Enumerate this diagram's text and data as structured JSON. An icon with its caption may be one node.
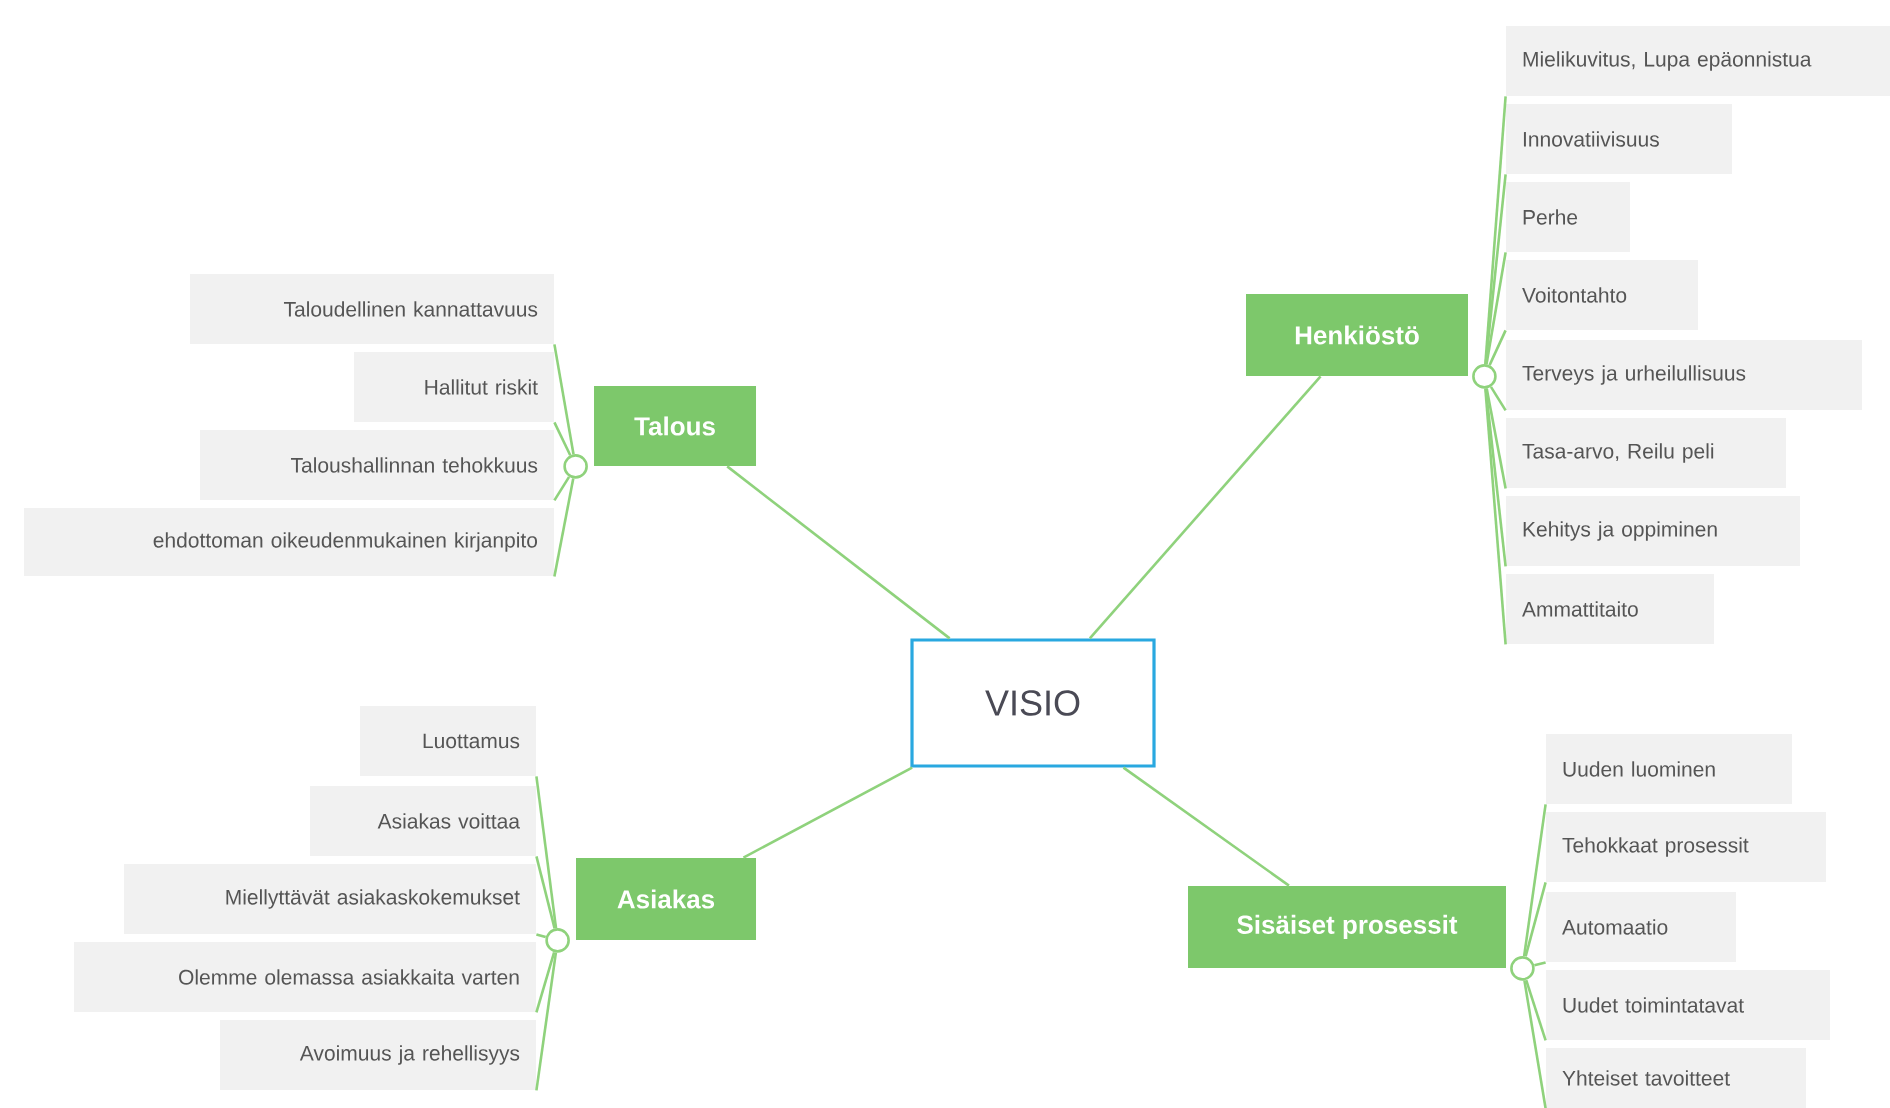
{
  "diagram": {
    "nodes": [
      {
        "text": [
          "VISIO"
        ]
      },
      {
        "text": [
          "Talous"
        ]
      },
      {
        "text": [
          "Taloudellinen kannattavuus"
        ]
      },
      {
        "text": [
          "Hallitut riskit"
        ]
      },
      {
        "text": [
          "Taloushallinnan tehokkuus"
        ]
      },
      {
        "text": [
          "ehdottoman oikeudenmukainen kirjanpito"
        ]
      },
      {
        "text": [
          "Henkiöstö"
        ]
      },
      {
        "text": [
          "Mielikuvitus, Lupa epäonnistua"
        ]
      },
      {
        "text": [
          "Innovatiivisuus"
        ]
      },
      {
        "text": [
          "Perhe"
        ]
      },
      {
        "text": [
          "Voitontahto"
        ]
      },
      {
        "text": [
          "Terveys ja urheilullisuus"
        ]
      },
      {
        "text": [
          "Tasa-arvo, Reilu peli"
        ]
      },
      {
        "text": [
          "Kehitys ja oppiminen"
        ]
      },
      {
        "text": [
          "Ammattitaito"
        ]
      },
      {
        "text": [
          "Asiakas"
        ]
      },
      {
        "text": [
          "Luottamus"
        ]
      },
      {
        "text": [
          "Asiakas voittaa"
        ]
      },
      {
        "text": [
          "Miellyttävät asiakaskokemukset"
        ]
      },
      {
        "text": [
          "Olemme olemassa asiakkaita varten"
        ]
      },
      {
        "text": [
          "Avoimuus ja rehellisyys"
        ]
      },
      {
        "text": [
          "Sisäiset prosessit"
        ]
      },
      {
        "text": [
          "Uuden luominen"
        ]
      },
      {
        "text": [
          "Tehokkaat prosessit"
        ]
      },
      {
        "text": [
          "Automaatio"
        ]
      },
      {
        "text": [
          "Uudet toimintatavat"
        ]
      },
      {
        "text": [
          "Yhteiset tavoitteet"
        ]
      }
    ],
    "edges": [
      {
        "from": 0,
        "to": 1,
        "arrow": "none"
      },
      {
        "from": 1,
        "to": 2,
        "arrow": "none"
      },
      {
        "from": 1,
        "to": 3,
        "arrow": "none"
      },
      {
        "from": 1,
        "to": 4,
        "arrow": "none"
      },
      {
        "from": 1,
        "to": 5,
        "arrow": "none"
      },
      {
        "from": 0,
        "to": 6,
        "arrow": "none"
      },
      {
        "from": 6,
        "to": 7,
        "arrow": "none"
      },
      {
        "from": 6,
        "to": 8,
        "arrow": "none"
      },
      {
        "from": 6,
        "to": 9,
        "arrow": "none"
      },
      {
        "from": 6,
        "to": 10,
        "arrow": "none"
      },
      {
        "from": 6,
        "to": 11,
        "arrow": "none"
      },
      {
        "from": 6,
        "to": 12,
        "arrow": "none"
      },
      {
        "from": 6,
        "to": 13,
        "arrow": "none"
      },
      {
        "from": 6,
        "to": 14,
        "arrow": "none"
      },
      {
        "from": 0,
        "to": 15,
        "arrow": "none"
      },
      {
        "from": 15,
        "to": 16,
        "arrow": "none"
      },
      {
        "from": 15,
        "to": 17,
        "arrow": "none"
      },
      {
        "from": 15,
        "to": 18,
        "arrow": "none"
      },
      {
        "from": 15,
        "to": 19,
        "arrow": "none"
      },
      {
        "from": 15,
        "to": 20,
        "arrow": "none"
      },
      {
        "from": 0,
        "to": 21,
        "arrow": "none"
      },
      {
        "from": 21,
        "to": 22,
        "arrow": "none"
      },
      {
        "from": 21,
        "to": 23,
        "arrow": "none"
      },
      {
        "from": 21,
        "to": 24,
        "arrow": "none"
      },
      {
        "from": 21,
        "to": 25,
        "arrow": "none"
      },
      {
        "from": 21,
        "to": 26,
        "arrow": "none"
      }
    ]
  }
}
